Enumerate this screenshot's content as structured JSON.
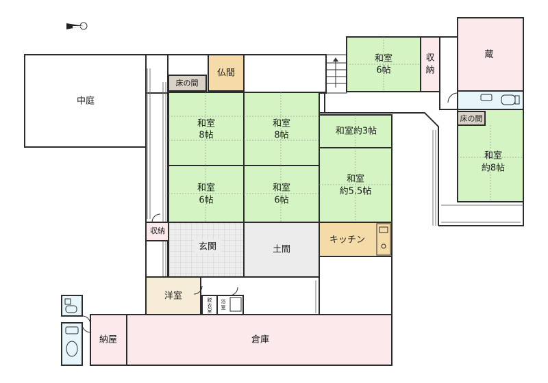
{
  "rooms": {
    "courtyard": "中庭",
    "tokonoma_main": "床の間",
    "butsuma": "仏間",
    "washitsu_8a": [
      "和室",
      "8帖"
    ],
    "washitsu_8b": [
      "和室",
      "8帖"
    ],
    "washitsu_6a": [
      "和室",
      "6帖"
    ],
    "washitsu_6b": [
      "和室",
      "6帖"
    ],
    "washitsu_3": "和室約3帖",
    "washitsu_55": [
      "和室",
      "約5.5帖"
    ],
    "washitsu_top": [
      "和室",
      "6帖"
    ],
    "storage_top": [
      "収",
      "納"
    ],
    "kura": "蔵",
    "tokonoma_east": "床の間",
    "washitsu_east": [
      "和室",
      "約8帖"
    ],
    "storage_west": "収納",
    "genkan": "玄関",
    "doma": "土間",
    "kitchen": "キッチン",
    "yoshitsu": "洋室",
    "dressing": [
      "脱",
      "衣",
      "室"
    ],
    "bath": [
      "浴",
      "室"
    ],
    "naya": "納屋",
    "souko": "倉庫"
  },
  "colors": {
    "tatami": "#d4f4c4",
    "earth_floor": "#ececec",
    "storage": "#fbe9ec",
    "kitchen": "#f4dba8",
    "western": "#f7ecd7",
    "wet_area": "#e6f6fb",
    "tokonoma": "#d8d2c7"
  },
  "icons": [
    "compass-icon",
    "toilet-icon",
    "bathtub-icon",
    "stairs-icon",
    "sink-icon"
  ]
}
